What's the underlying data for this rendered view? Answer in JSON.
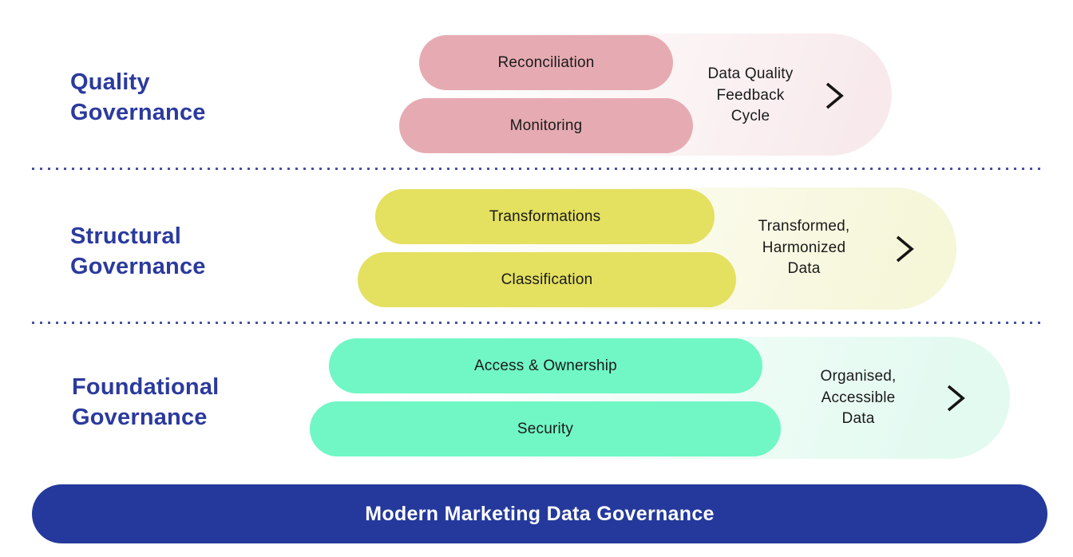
{
  "diagram": {
    "label_color": "#2B3A9E",
    "separator_color": "#44519F",
    "rows": [
      {
        "label": "Quality Governance",
        "pills": [
          "Reconciliation",
          "Monitoring"
        ],
        "caption_lines": [
          "Data Quality",
          "Feedback",
          "Cycle"
        ],
        "arrow_icon": "chevron-right-icon",
        "pill_color": "#E6ABB2",
        "panel_tint": "#F8EAEC"
      },
      {
        "label": "Structural Governance",
        "pills": [
          "Transformations",
          "Classification"
        ],
        "caption_lines": [
          "Transformed,",
          "Harmonized",
          "Data"
        ],
        "arrow_icon": "chevron-right-icon",
        "pill_color": "#E4E060",
        "panel_tint": "#F6F6D9"
      },
      {
        "label": "Foundational Governance",
        "pills": [
          "Access & Ownership",
          "Security"
        ],
        "caption_lines": [
          "Organised,",
          "Accessible",
          "Data"
        ],
        "arrow_icon": "chevron-right-icon",
        "pill_color": "#70F7C5",
        "panel_tint": "#E2FAF0"
      }
    ],
    "banner": {
      "label": "Modern Marketing Data Governance",
      "bg_color": "#24399B",
      "text_color": "#FFFFFF"
    }
  }
}
